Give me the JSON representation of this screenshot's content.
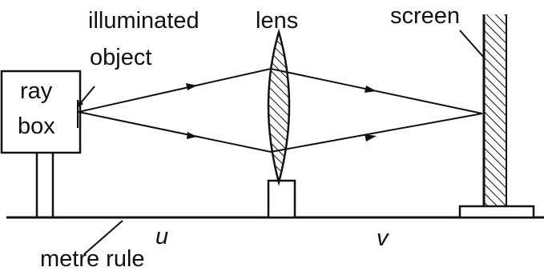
{
  "labels": {
    "illuminated_object_line1": "illuminated",
    "illuminated_object_line2": "object",
    "lens": "lens",
    "screen": "screen",
    "ray_box_line1": "ray",
    "ray_box_line2": "box",
    "object_distance": "u",
    "image_distance": "v",
    "metre_rule": "metre rule"
  },
  "colors": {
    "ink": "#111111",
    "background": "#ffffff"
  }
}
